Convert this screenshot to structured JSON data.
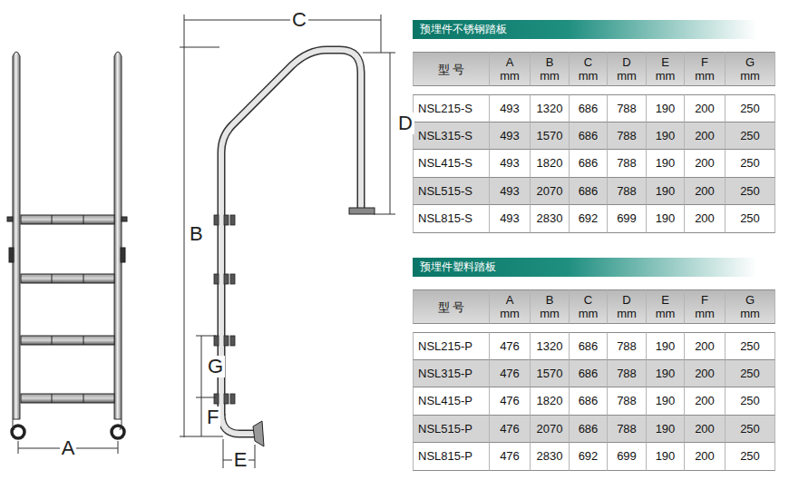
{
  "diagram": {
    "nodes": [
      {
        "text": [
          "预埋件不锈钢踏板"
        ]
      },
      {
        "text": [
          "预埋件塑料踏板"
        ]
      }
    ],
    "labels": [
      "C",
      "D",
      "B",
      "G",
      "F",
      "A",
      "E",
      "型 号",
      "A mm",
      "B mm",
      "C mm",
      "D mm",
      "E mm",
      "F mm",
      "G mm",
      "NSL215-S",
      "493",
      "1320",
      "686",
      "788",
      "190",
      "200",
      "250",
      "NSL315-S",
      "493",
      "1570",
      "686",
      "788",
      "190",
      "200",
      "250",
      "NSL415-S",
      "493",
      "1820",
      "686",
      "788",
      "190",
      "200",
      "250",
      "NSL515-S",
      "493",
      "2070",
      "686",
      "788",
      "190",
      "200",
      "250",
      "NSL815-S",
      "493",
      "2830",
      "692",
      "699",
      "190",
      "200",
      "250",
      "型 号",
      "A mm",
      "B mm",
      "C mm",
      "D mm",
      "E mm",
      "F mm",
      "G mm",
      "NSL215-P",
      "476",
      "1320",
      "686",
      "788",
      "190",
      "200",
      "250",
      "NSL315-P",
      "476",
      "1570",
      "686",
      "788",
      "190",
      "200",
      "250",
      "NSL415-P",
      "476",
      "1820",
      "686",
      "788",
      "190",
      "200",
      "250",
      "NSL515-P",
      "476",
      "2070",
      "686",
      "788",
      "190",
      "200",
      "250",
      "NSL815-P",
      "476",
      "2830",
      "692",
      "699",
      "190",
      "200",
      "250"
    ]
  }
}
